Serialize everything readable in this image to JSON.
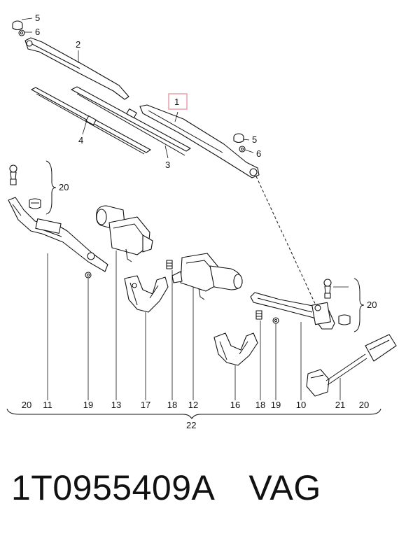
{
  "diagram": {
    "highlight_color": "#e8a0a8",
    "callouts": {
      "c1": "1",
      "c2": "2",
      "c3": "3",
      "c4": "4",
      "c5a": "5",
      "c6a": "6",
      "c5b": "5",
      "c6b": "6",
      "c20a": "20",
      "c20b": "20"
    },
    "bottom_labels": [
      "20",
      "11",
      "19",
      "13",
      "17",
      "18",
      "12",
      "16",
      "18",
      "19",
      "10",
      "21",
      "20"
    ],
    "assembly_label": "22"
  },
  "caption": {
    "part_number": "1T0955409A",
    "brand": "VAG"
  }
}
